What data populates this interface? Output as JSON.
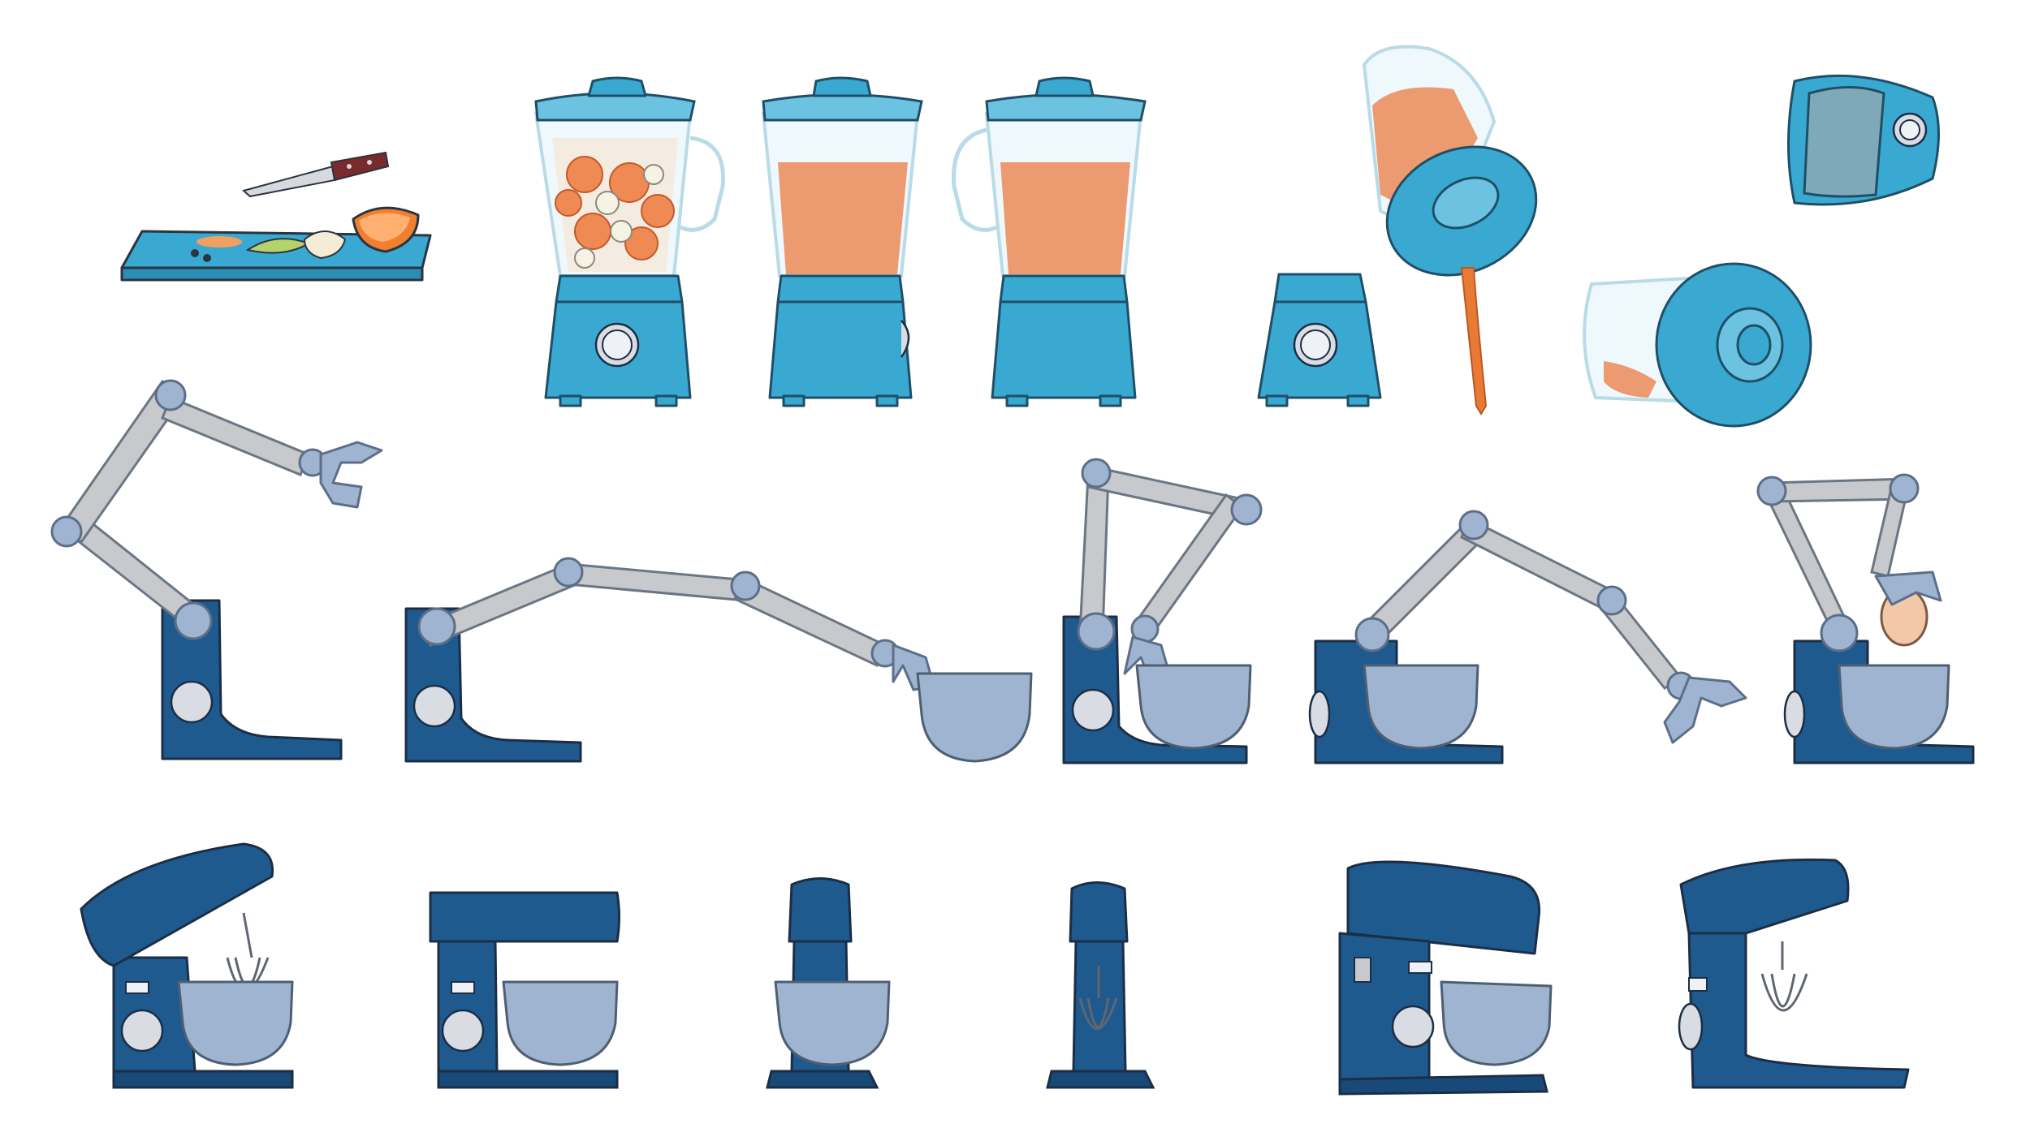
{
  "illustration": {
    "colors": {
      "mixer_blue": "#1f5a8f",
      "blender_blue": "#3aa9d1",
      "bowl_gray_blue": "#9fb4d0",
      "arm_gray": "#c7c9cc",
      "juice_orange": "#ec9a70",
      "stream_orange": "#e87a35",
      "knife_handle": "#7a2a2a",
      "cutting_board": "#3aa9d1"
    },
    "items": [
      "cutting-board-with-fruit",
      "blender-full-of-fruit",
      "blender-with-juice",
      "blender-with-juice-side",
      "blender-base",
      "blender-jar-pouring",
      "blender-jar-lid-off",
      "blender-jar-tipped",
      "robot-arm-reaching",
      "robot-arm-holding-bowl",
      "robot-arm-placing-bowl",
      "robot-arm-on-mixer",
      "robot-arm-cracking-egg",
      "stand-mixer-tilted-head",
      "stand-mixer-side",
      "stand-mixer-front",
      "stand-mixer-front-whisk",
      "stand-mixer-perspective",
      "stand-mixer-three-quarter"
    ]
  }
}
